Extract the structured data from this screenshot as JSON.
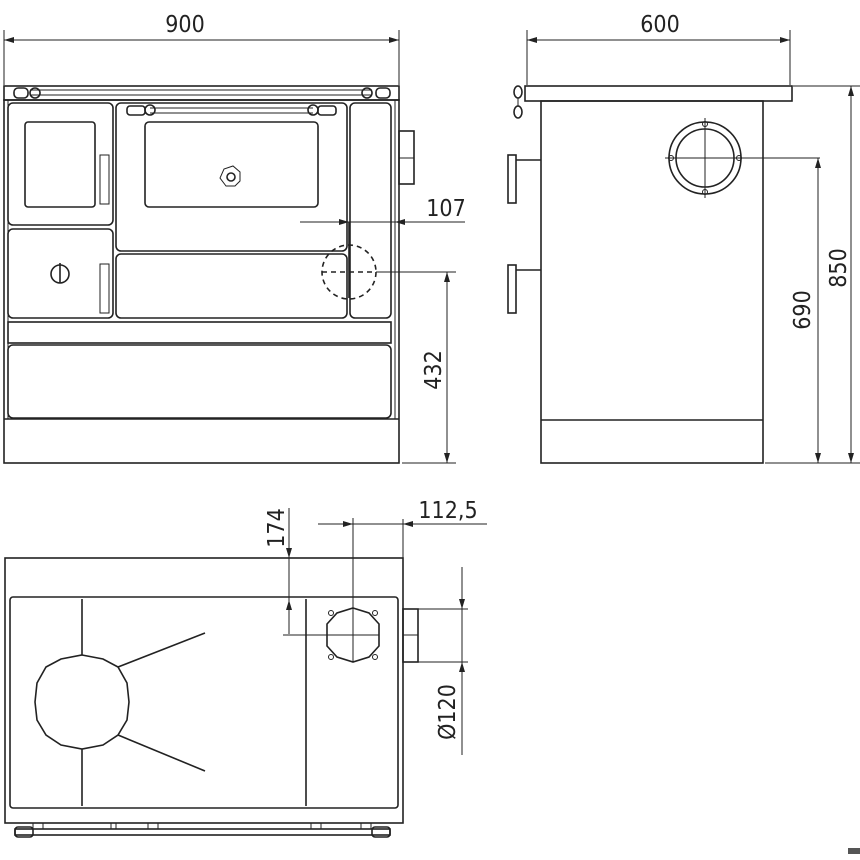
{
  "dimensions": {
    "front_width": "900",
    "side_depth": "600",
    "total_height": "850",
    "flue_height": "690",
    "flue_center_front_offset": "107",
    "flue_center_height_front": "432",
    "flue_center_top_offset": "174",
    "flue_center_side_offset": "112,5",
    "flue_diameter": "Ø120"
  },
  "colors": {
    "line": "#222222",
    "background": "#ffffff"
  }
}
